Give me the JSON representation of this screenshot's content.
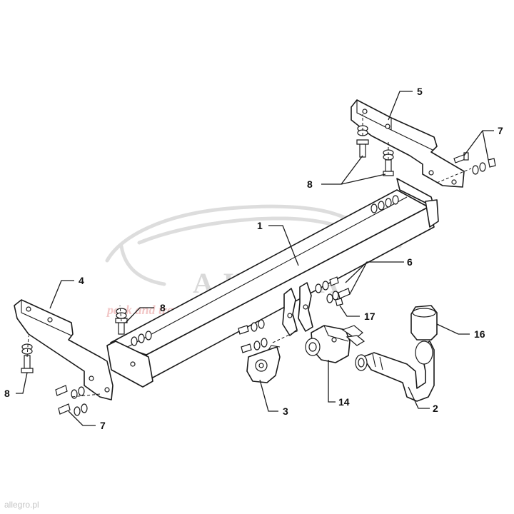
{
  "watermark": {
    "brand": "AHAKA",
    "tagline": "pack and travel"
  },
  "site_stamp": "allegro.pl",
  "callouts": [
    {
      "id": "1",
      "label": "1"
    },
    {
      "id": "2",
      "label": "2"
    },
    {
      "id": "3",
      "label": "3"
    },
    {
      "id": "4",
      "label": "4"
    },
    {
      "id": "5",
      "label": "5"
    },
    {
      "id": "6",
      "label": "6"
    },
    {
      "id": "7a",
      "label": "7"
    },
    {
      "id": "7b",
      "label": "7"
    },
    {
      "id": "8a",
      "label": "8"
    },
    {
      "id": "8b",
      "label": "8"
    },
    {
      "id": "8c",
      "label": "8"
    },
    {
      "id": "14",
      "label": "14"
    },
    {
      "id": "16",
      "label": "16"
    },
    {
      "id": "17",
      "label": "17"
    }
  ]
}
